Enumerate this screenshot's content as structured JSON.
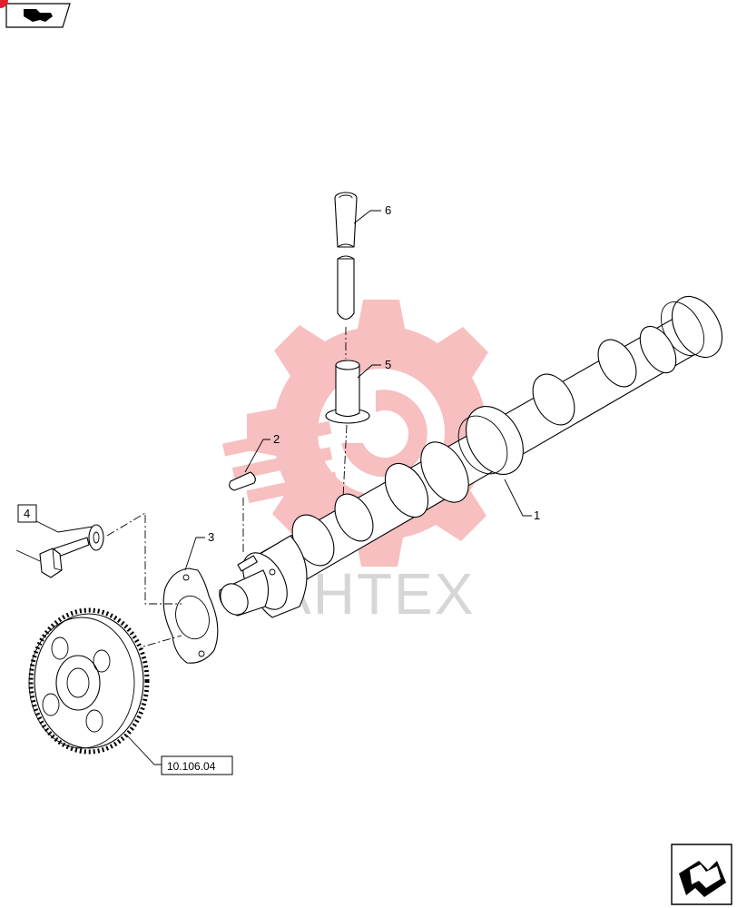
{
  "callouts": {
    "p1": "1",
    "p2": "2",
    "p3": "3",
    "p4": "4",
    "p5": "5",
    "p6": "6"
  },
  "reference_box": "10.106.04",
  "watermark_text": "AHTEX",
  "colors": {
    "watermark": "#f28c8c",
    "watermark_text": "#d6d6d6",
    "line": "#000000",
    "corner_dot": "#e0202a"
  },
  "icons": {
    "top_nav": "previous-page-arrow-icon",
    "bottom_nav": "next-page-arrow-icon"
  }
}
